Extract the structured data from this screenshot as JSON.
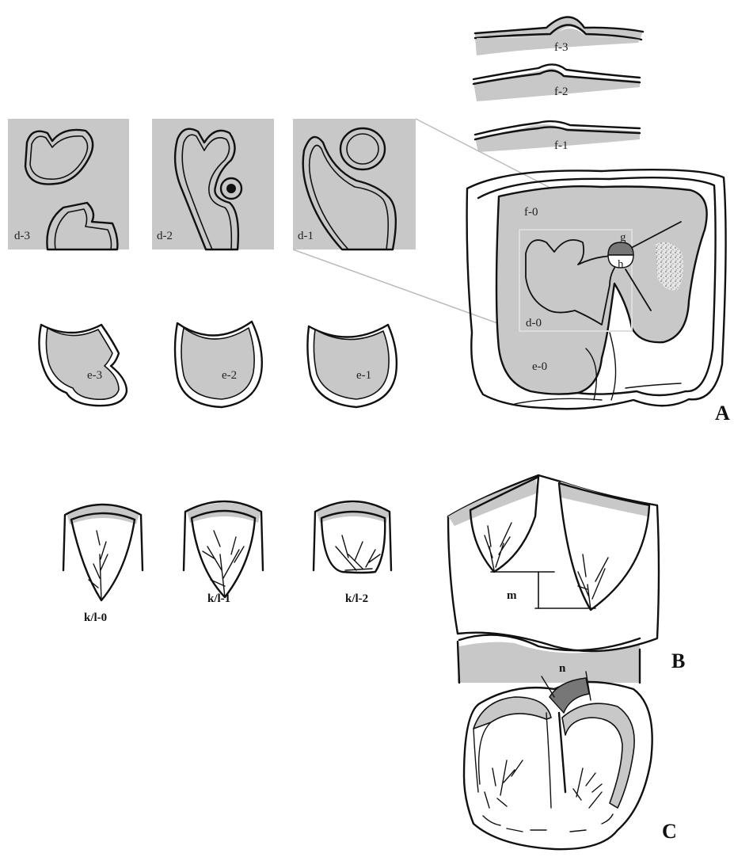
{
  "panels": {
    "A": "A",
    "B": "B",
    "C": "C"
  },
  "labels_a": {
    "f3": "f-3",
    "f2": "f-2",
    "f1": "f-1",
    "f0": "f-0",
    "d3": "d-3",
    "d2": "d-2",
    "d1": "d-1",
    "d0": "d-0",
    "e3": "e-3",
    "e2": "e-2",
    "e1": "e-1",
    "e0": "e-0",
    "g": "g",
    "h": "h"
  },
  "labels_b": {
    "kl0": "k/l-0",
    "kl1": "k/l-1",
    "kl2": "k/l-2",
    "m": "m"
  },
  "labels_c": {
    "n": "n"
  },
  "colors": {
    "fill_gray": "#c8c8c8",
    "dark_gray": "#777777",
    "stroke": "#111111"
  }
}
